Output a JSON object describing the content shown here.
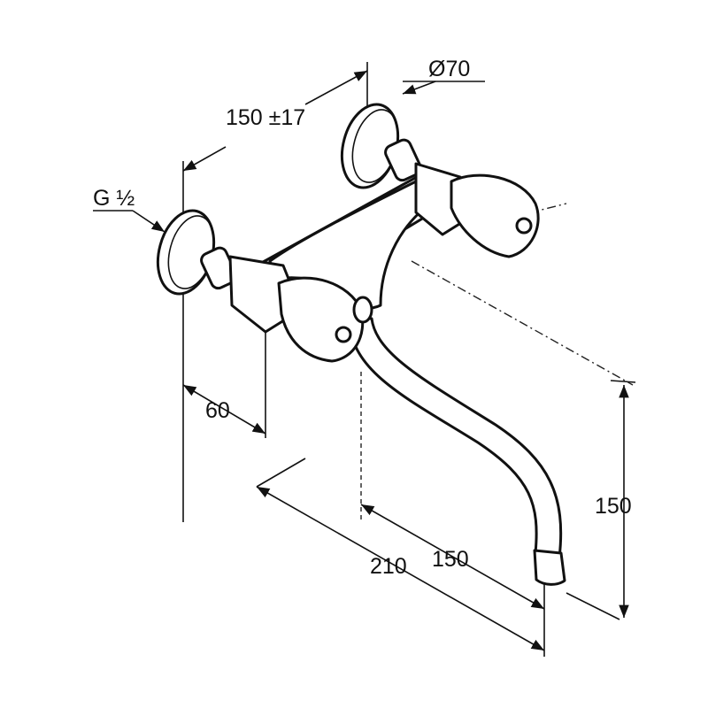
{
  "labels": {
    "mount_spacing": "150 ±17",
    "plate_diameter": "Ø70",
    "thread": "G ½",
    "depth": "60",
    "height": "150",
    "total_projection": "210",
    "spout_projection": "150"
  }
}
